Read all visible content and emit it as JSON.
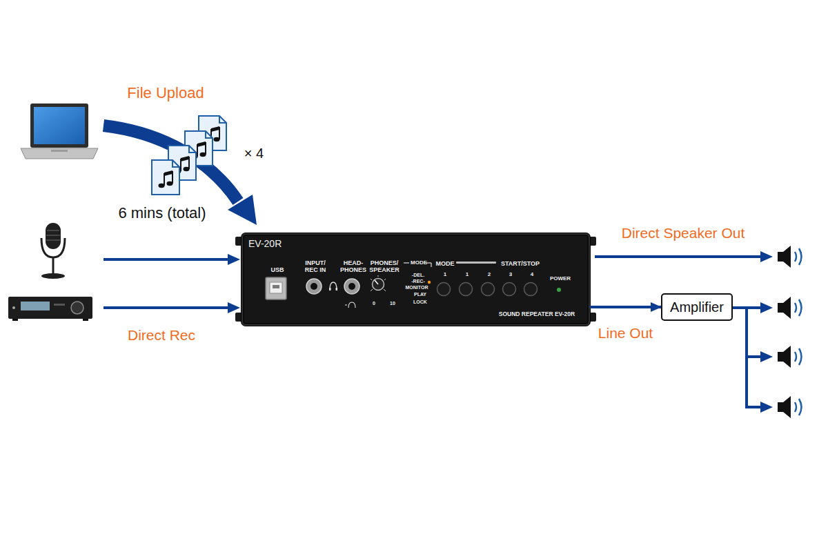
{
  "diagram": {
    "nodes": [
      {
        "text": [
          "EV-20R",
          "USB",
          "INPUT/ REC IN",
          "HEAD- PHONES",
          "PHONES/ SPEAKER",
          "MODE",
          "-DEL.",
          "-REC-",
          "MONITOR",
          "PLAY",
          "LOCK",
          "0",
          "10",
          "MODE",
          "1",
          "1",
          "2",
          "START/STOP",
          "3",
          "4",
          "POWER",
          "SOUND REPEATER EV-20R"
        ]
      },
      {
        "text": [
          "Amplifier"
        ]
      }
    ],
    "edges": [
      {
        "from": 0,
        "to": 1,
        "arrow": "to",
        "label": "Line Out"
      }
    ],
    "labels": [
      "File Upload",
      "× 4",
      "6 mins (total)",
      "Direct Rec",
      "Direct Speaker Out"
    ]
  }
}
